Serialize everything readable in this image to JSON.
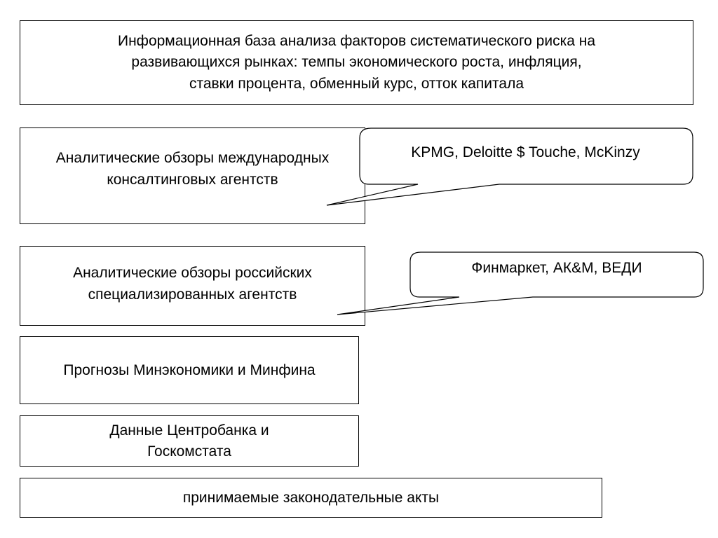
{
  "boxes": {
    "main": {
      "line1": "Информационная база анализа факторов систематического риска на",
      "line2": "развивающихся рынках: темпы экономического роста, инфляция,",
      "line3": "ставки процента, обменный курс, отток капитала"
    },
    "intl": {
      "line1": "Аналитические обзоры международных",
      "line2": "консалтинговых агентств"
    },
    "ru": {
      "line1": "Аналитические обзоры российских",
      "line2": "специализированных агентств"
    },
    "minecon": {
      "line1": "Прогнозы Минэкономики и Минфина"
    },
    "cb": {
      "line1": "Данные Центробанка и",
      "line2": "Госкомстата"
    },
    "acts": {
      "line1": "принимаемые законодательные акты"
    }
  },
  "callouts": {
    "intl": "KPMG, Deloitte $ Touche, McKinzy",
    "ru": "Финмаркет, АК&M, ВЕДИ"
  }
}
